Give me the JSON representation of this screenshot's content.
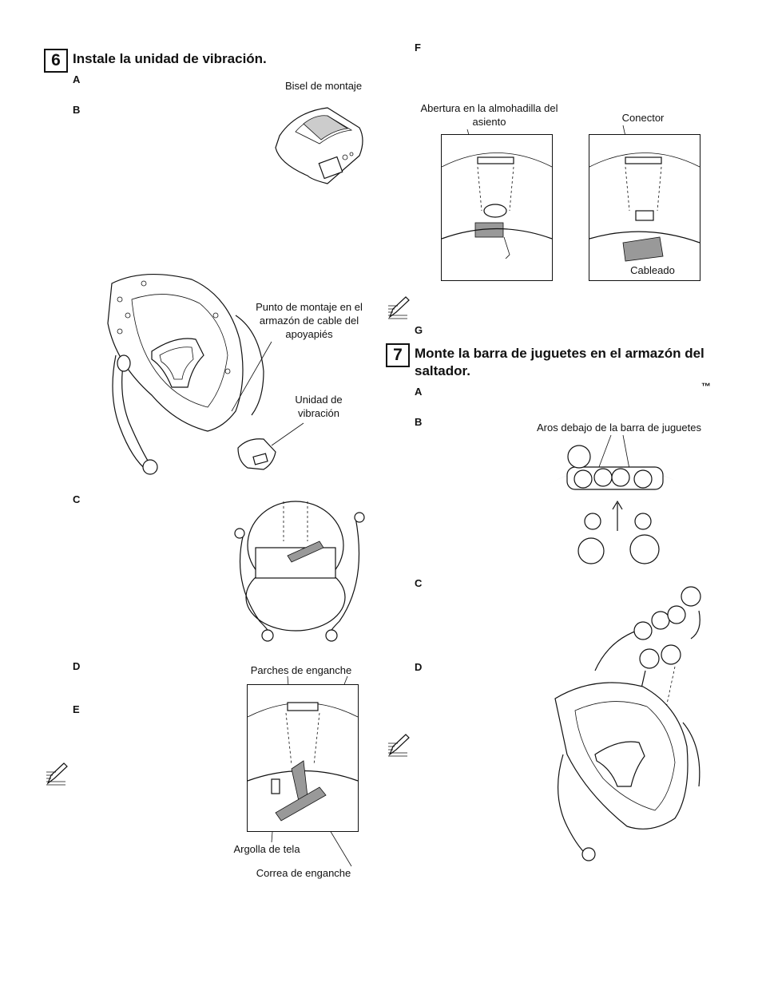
{
  "step6": {
    "number": "6",
    "title": "Instale la unidad de vibración.",
    "letters": [
      "A",
      "B",
      "C",
      "D",
      "E",
      "F",
      "G"
    ],
    "labels": {
      "bezel": "Bisel de montaje",
      "mount_point": "Punto de montaje en el armazón de cable del apoyapiés",
      "vibration_unit": "Unidad de vibración",
      "patches": "Parches de enganche",
      "fabric_loop": "Argolla de tela",
      "strap": "Correa de enganche",
      "opening": "Abertura en la almohadilla del asiento",
      "connector": "Conector",
      "wiring": "Cableado"
    }
  },
  "step7": {
    "number": "7",
    "title": "Monte la barra de juguetes en el armazón del saltador.",
    "letters": [
      "A",
      "B",
      "C",
      "D"
    ],
    "trademark": "™",
    "labels": {
      "rings": "Aros debajo de la barra de juguetes"
    }
  },
  "icons": [
    "pencil-note-icon",
    "pencil-note-icon",
    "pencil-note-icon"
  ]
}
